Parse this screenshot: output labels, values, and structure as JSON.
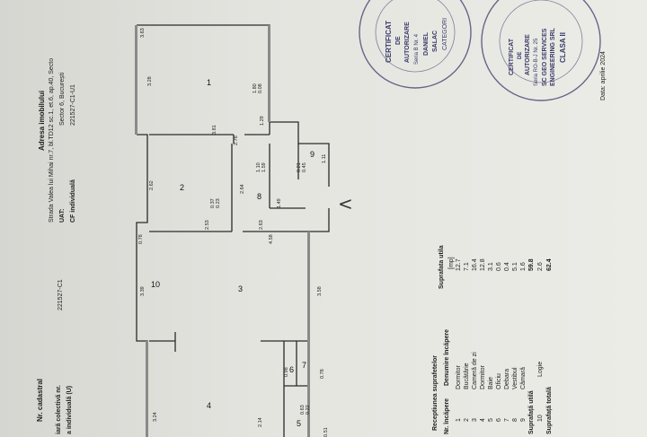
{
  "header": {
    "nr_cadastral_label": "Nr. cadastral",
    "carte_colectiva_label": "iară colectivă nr.",
    "carte_colectiva_value": "221527-C1",
    "unitate_label": "a individuală (U)",
    "adresa_label": "Adresa imobilului",
    "address_line1": "Strada Valea lui Mihai nr.7, bl.TD12 sc.1, et.6, ap.40, Secto",
    "address_line2": "Sector 6, București",
    "uat_label": "UAT:",
    "cf_label": "CF individuală",
    "cf_value": "221527-C1-U1"
  },
  "plan": {
    "rooms": [
      "1",
      "2",
      "3",
      "4",
      "5",
      "6",
      "7",
      "8",
      "9",
      "10"
    ],
    "dims": [
      "3.63",
      "3.28",
      "1.80",
      "0.08",
      "1.29",
      "2.76",
      "3.81",
      "2.62",
      "2.53",
      "0.37",
      "0.23",
      "2.64",
      "1.10",
      "1.59",
      "2.63",
      "1.49",
      "0.21",
      "0.45",
      "1.11",
      "4.58",
      "3.39",
      "0.78",
      "3.58",
      "3.24",
      "2.14",
      "0.98",
      "0.63",
      "0.22",
      "0.51",
      "0.78"
    ],
    "north_arrow": "<"
  },
  "receptia": {
    "title": "Receptiunea suprafetelor",
    "col_nr": "Nr. încăpere",
    "col_name": "Denumire încăpere",
    "col_area": "Suprafata utila",
    "col_unit": "[mp]",
    "rows": [
      {
        "nr": "1",
        "name": "Dormitor",
        "area": "12.7"
      },
      {
        "nr": "2",
        "name": "Bucătărie",
        "area": "7.1"
      },
      {
        "nr": "3",
        "name": "Cameră de zi",
        "area": "16.4"
      },
      {
        "nr": "4",
        "name": "Dormitor",
        "area": "12.8"
      },
      {
        "nr": "5",
        "name": "Baie",
        "area": "3.1"
      },
      {
        "nr": "6",
        "name": "Oficiu",
        "area": "0.6"
      },
      {
        "nr": "7",
        "name": "Debara",
        "area": "0.4"
      },
      {
        "nr": "8",
        "name": "Vestibul",
        "area": "5.1"
      },
      {
        "nr": "9",
        "name": "Cămară",
        "area": "1.6"
      }
    ],
    "suprafata_utila_label": "Suprafață utilă",
    "suprafata_utila_value": "59.8",
    "loggia_nr": "10",
    "loggia_name": "Logie",
    "loggia_area": "2.6",
    "suprafata_totala_label": "Suprafață totală",
    "suprafata_totala_value": "62.4"
  },
  "stamps": {
    "stamp1_lines": [
      "CERTIFICAT",
      "DE",
      "AUTORIZARE",
      "Seria B Nr. 4",
      "DANIEL",
      "SALAC",
      "CATEGORI"
    ],
    "stamp2_lines": [
      "CERTIFICAT",
      "DE",
      "AUTORIZARE",
      "Seria RO-B-J Nr. 25",
      "SC GEO SERVICES",
      "ENGINEERING SRL",
      "CLASA II"
    ]
  },
  "footer": {
    "date": "Data: aprilie 2024"
  }
}
